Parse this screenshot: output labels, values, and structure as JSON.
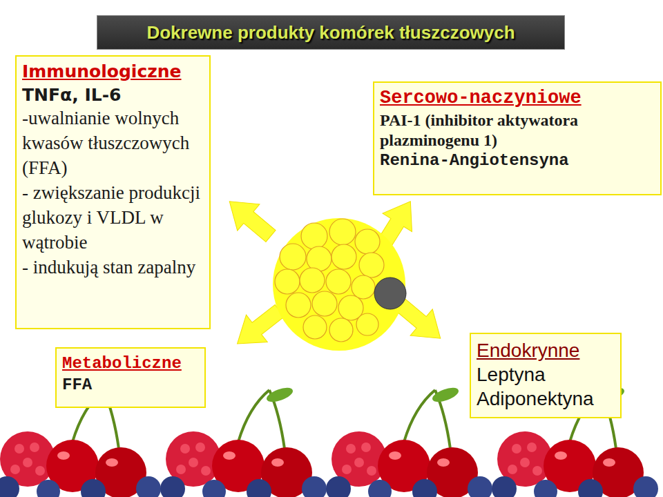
{
  "diagram": {
    "title": "Dokrewne produkty komórek tłuszczowych",
    "nodes": [
      {
        "text": [
          "Immunologiczne",
          "TNFα, IL-6",
          "-uwalnianie wolnych kwasów tłuszczowych (FFA)",
          "- zwiększanie produkcji glukozy i VLDL w wątrobie",
          "- indukują stan zapalny"
        ]
      },
      {
        "text": [
          "Sercowo-naczyniowe",
          "PAI-1 (inhibitor aktywatora plazminogenu 1)",
          "Renina-Angiotensyna"
        ]
      },
      {
        "text": [
          "Metaboliczne",
          "FFA"
        ]
      },
      {
        "text": [
          "Endokrynne",
          "Leptyna",
          "Adiponektyna"
        ]
      }
    ]
  }
}
